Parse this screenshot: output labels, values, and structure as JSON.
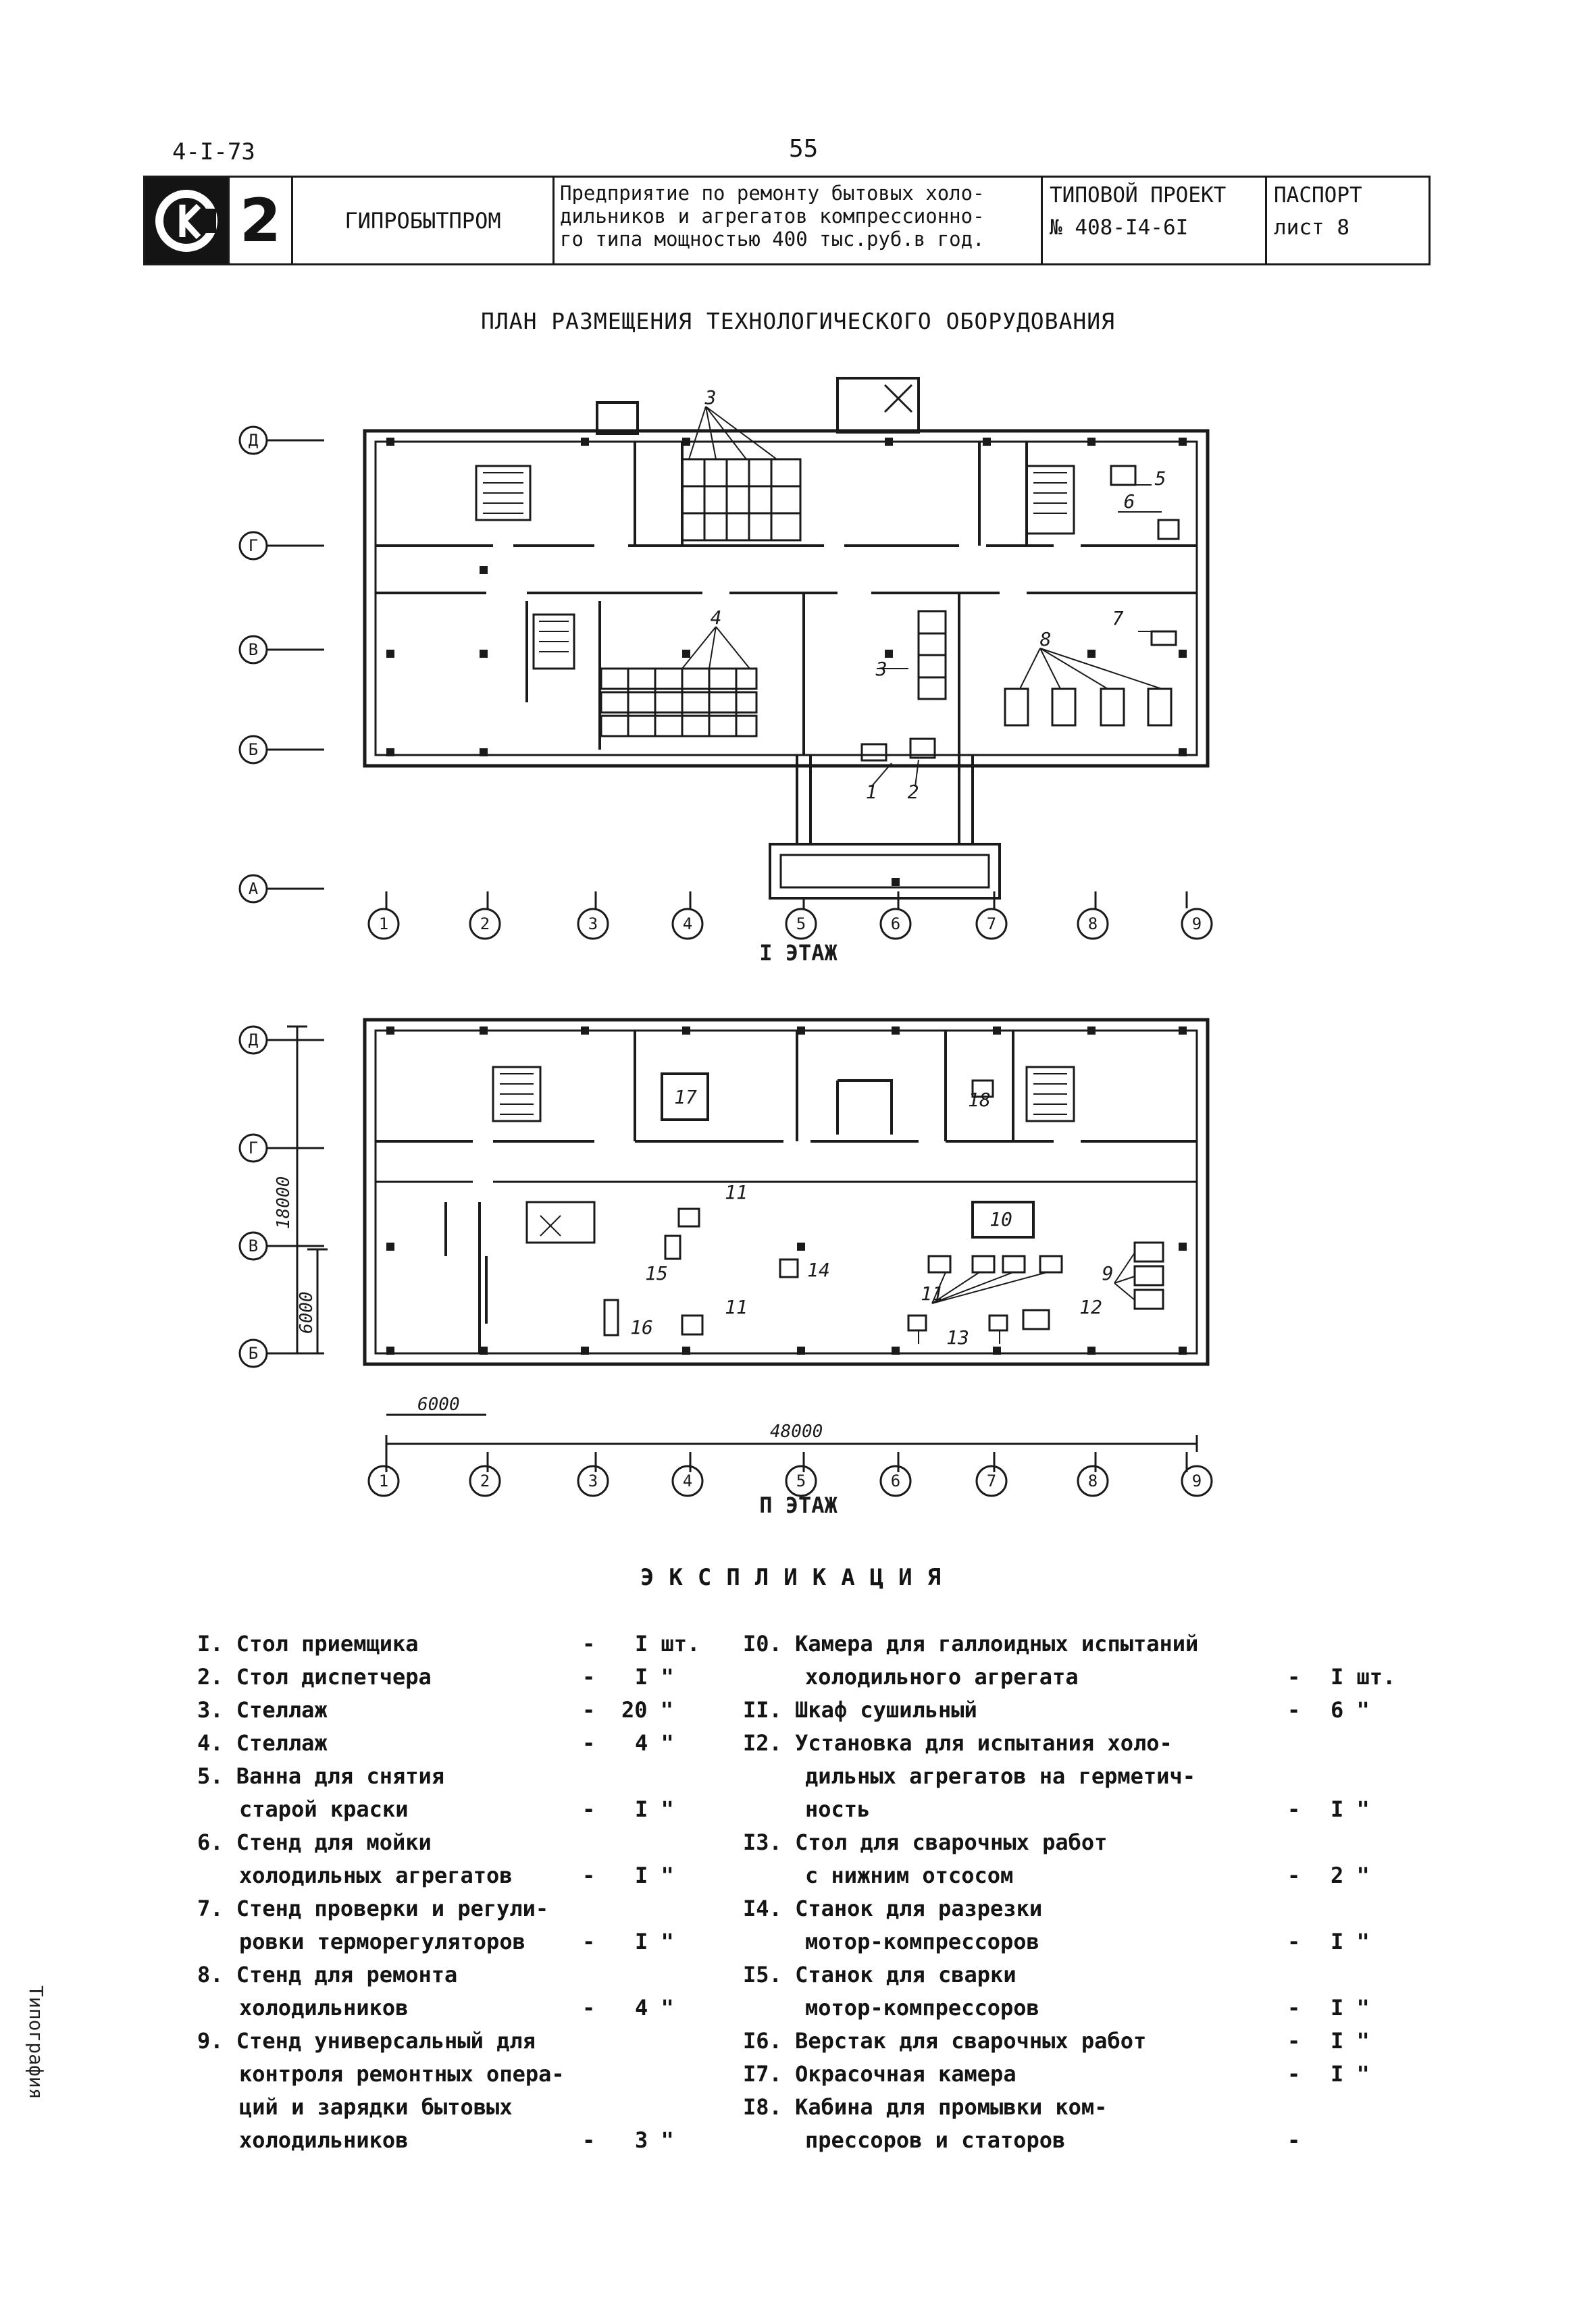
{
  "header": {
    "doc_code": "4-I-73",
    "page_number": "55",
    "sheet_number": "2",
    "organization": "ГИПРОБЫТПРОМ",
    "description_lines": [
      "Предприятие по ремонту бытовых холо-",
      "дильников и агрегатов компрессионно-",
      "го типа мощностью 400 тыс.руб.в год."
    ],
    "project_label": "ТИПОВОЙ ПРОЕКТ",
    "project_number": "№ 408-I4-6I",
    "passport_label": "ПАСПОРТ",
    "sheet_label": "лист 8"
  },
  "plan": {
    "title": "ПЛАН РАЗМЕЩЕНИЯ ТЕХНОЛОГИЧЕСКОГО ОБОРУДОВАНИЯ",
    "floor1_label": "I ЭТАЖ",
    "floor2_label": "П ЭТАЖ",
    "row_axes_floor1": [
      "Д",
      "Г",
      "В",
      "Б",
      "А"
    ],
    "row_axes_floor2": [
      "Д",
      "Г",
      "В",
      "Б"
    ],
    "column_axes": [
      "1",
      "2",
      "3",
      "4",
      "5",
      "6",
      "7",
      "8",
      "9"
    ],
    "dimensions": {
      "overall": "48000",
      "bay": "6000",
      "height_total": "18000",
      "height_bay": "6000"
    },
    "equipment_numbers_floor1": [
      "1",
      "2",
      "3",
      "3",
      "4",
      "5",
      "6",
      "7",
      "8"
    ],
    "equipment_numbers_floor2": [
      "9",
      "10",
      "11",
      "11",
      "11",
      "12",
      "13",
      "14",
      "15",
      "16",
      "17",
      "18"
    ]
  },
  "explication": {
    "title": "ЭКСПЛИКАЦИЯ",
    "left_items": [
      {
        "text": "I. Стол приемщика",
        "qty": "I шт."
      },
      {
        "text": "2. Стол диспетчера",
        "qty": "I \""
      },
      {
        "text": "3. Стеллаж",
        "qty": "20 \""
      },
      {
        "text": "4. Стеллаж",
        "qty": "4 \""
      },
      {
        "text": "5. Ванна для снятия",
        "qty": ""
      },
      {
        "text": "старой краски",
        "qty": "I \""
      },
      {
        "text": "6. Стенд для мойки",
        "qty": ""
      },
      {
        "text": "холодильных агрегатов",
        "qty": "I \""
      },
      {
        "text": "7. Стенд проверки и регули-",
        "qty": ""
      },
      {
        "text": "ровки терморегуляторов",
        "qty": "I \""
      },
      {
        "text": "8. Стенд для ремонта",
        "qty": ""
      },
      {
        "text": "холодильников",
        "qty": "4 \""
      },
      {
        "text": "9. Стенд универсальный для",
        "qty": ""
      },
      {
        "text": "контроля ремонтных опера-",
        "qty": ""
      },
      {
        "text": "ций и зарядки бытовых",
        "qty": ""
      },
      {
        "text": "холодильников",
        "qty": "3 \""
      }
    ],
    "right_items": [
      {
        "text": "I0. Камера для галлоидных испытаний",
        "qty": ""
      },
      {
        "text": "холодильного агрегата",
        "qty": "I шт."
      },
      {
        "text": "II. Шкаф сушильный",
        "qty": "6 \""
      },
      {
        "text": "I2. Установка для испытания холо-",
        "qty": ""
      },
      {
        "text": "дильных агрегатов на герметич-",
        "qty": ""
      },
      {
        "text": "ность",
        "qty": "I \""
      },
      {
        "text": "I3. Стол для сварочных работ",
        "qty": ""
      },
      {
        "text": "с нижним отсосом",
        "qty": "2 \""
      },
      {
        "text": "I4. Станок для разрезки",
        "qty": ""
      },
      {
        "text": "мотор-компрессоров",
        "qty": "I \""
      },
      {
        "text": "I5. Станок для сварки",
        "qty": ""
      },
      {
        "text": "мотор-компрессоров",
        "qty": "I \""
      },
      {
        "text": "I6. Верстак для сварочных работ",
        "qty": "I \""
      },
      {
        "text": "I7. Окрасочная камера",
        "qty": "I \""
      },
      {
        "text": "I8. Кабина для промывки ком-",
        "qty": ""
      },
      {
        "text": "прессоров и статоров",
        "qty": ""
      }
    ],
    "dash": "-"
  },
  "side_stamp": "Типография"
}
